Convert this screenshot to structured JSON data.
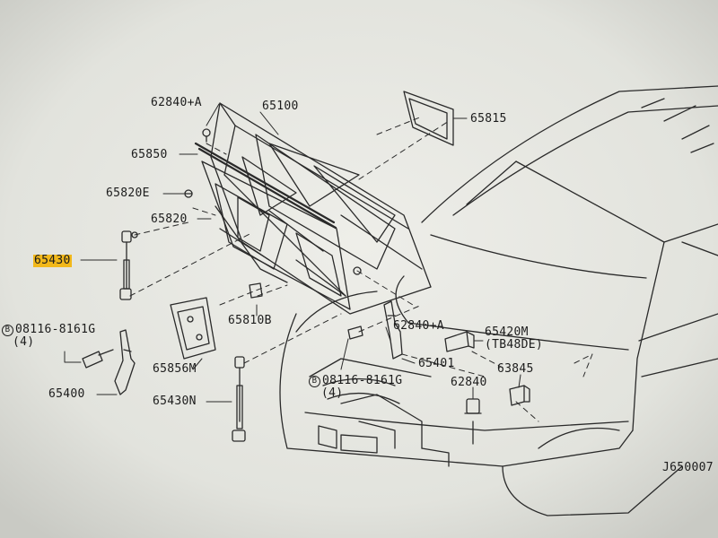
{
  "labels": {
    "l_62840A_top": "62840+A",
    "l_65100": "65100",
    "l_65815": "65815",
    "l_65850": "65850",
    "l_65820E": "65820E",
    "l_65820": "65820",
    "l_65430": "65430",
    "l_65810B": "65810B",
    "l_08116_left": "08116-8161G",
    "l_4_left": "(4)",
    "l_65856M": "65856M",
    "l_65400": "65400",
    "l_65430N": "65430N",
    "l_08116_mid": "08116-8161G",
    "l_4_mid": "(4)",
    "l_62840A_mid": "62840+A",
    "l_65401": "65401",
    "l_65420M": "65420M",
    "l_TB48DE": "(TB48DE)",
    "l_62840": "62840",
    "l_63845": "63845",
    "l_ref": "J650007"
  },
  "circled_mark": "B",
  "highlight_color": "#f2b81a",
  "line_color": "#2a2a2a",
  "paper_color": "#ecece6"
}
